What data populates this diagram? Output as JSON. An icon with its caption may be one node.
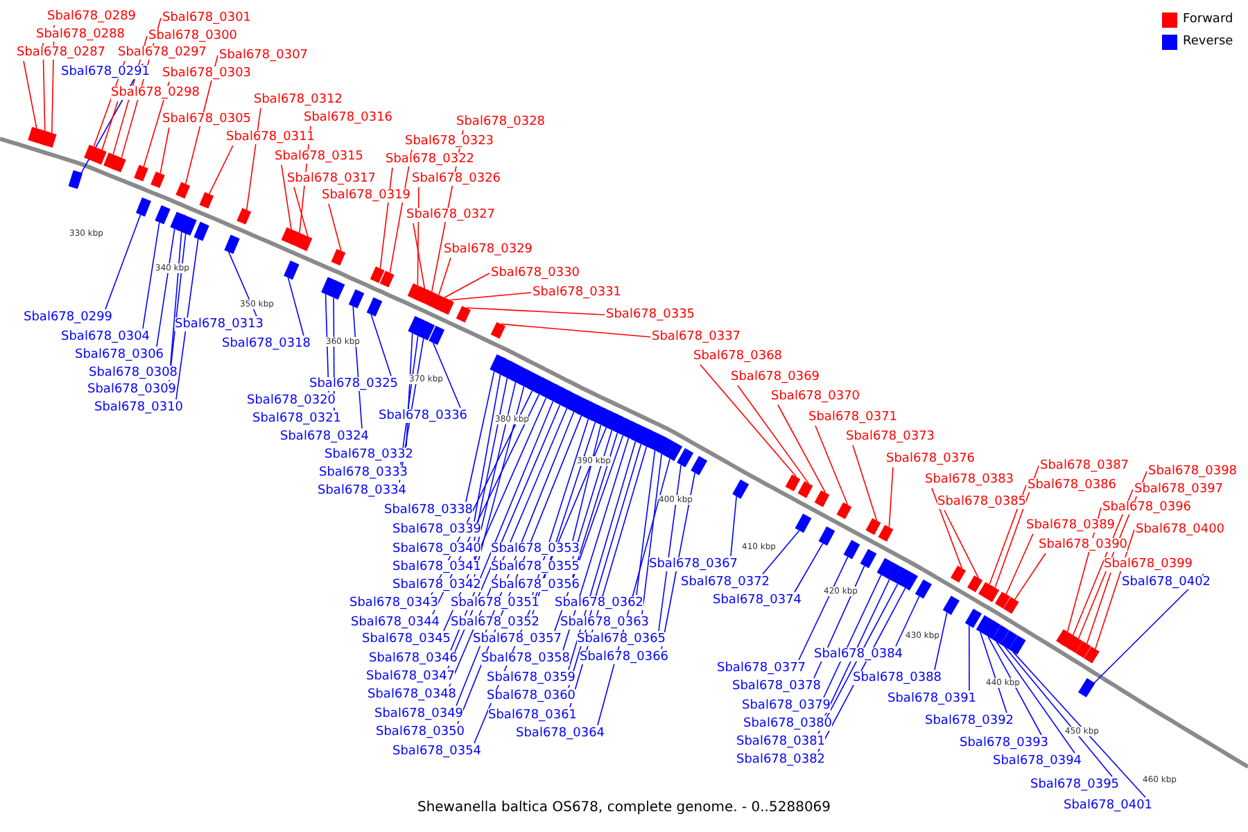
{
  "diagram": {
    "caption": "Shewanella baltica OS678, complete genome. - 0..5288069",
    "nodes": [
      {
        "text": [
          "Sbal678_0287"
        ]
      },
      {
        "text": [
          "Sbal678_0288"
        ]
      },
      {
        "text": [
          "Sbal678_0289"
        ]
      },
      {
        "text": [
          "Sbal678_0291"
        ]
      },
      {
        "text": [
          "Sbal678_0297"
        ]
      },
      {
        "text": [
          "Sbal678_0298"
        ]
      },
      {
        "text": [
          "Sbal678_0299"
        ]
      },
      {
        "text": [
          "Sbal678_0300"
        ]
      },
      {
        "text": [
          "Sbal678_0301"
        ]
      },
      {
        "text": [
          "Sbal678_0303"
        ]
      },
      {
        "text": [
          "Sbal678_0304"
        ]
      },
      {
        "text": [
          "Sbal678_0305"
        ]
      },
      {
        "text": [
          "Sbal678_0306"
        ]
      },
      {
        "text": [
          "Sbal678_0307"
        ]
      },
      {
        "text": [
          "Sbal678_0308"
        ]
      },
      {
        "text": [
          "Sbal678_0309"
        ]
      },
      {
        "text": [
          "Sbal678_0310"
        ]
      },
      {
        "text": [
          "Sbal678_0311"
        ]
      },
      {
        "text": [
          "Sbal678_0312"
        ]
      },
      {
        "text": [
          "Sbal678_0313"
        ]
      },
      {
        "text": [
          "Sbal678_0315"
        ]
      },
      {
        "text": [
          "Sbal678_0316"
        ]
      },
      {
        "text": [
          "Sbal678_0317"
        ]
      },
      {
        "text": [
          "Sbal678_0318"
        ]
      },
      {
        "text": [
          "Sbal678_0319"
        ]
      },
      {
        "text": [
          "Sbal678_0320"
        ]
      },
      {
        "text": [
          "Sbal678_0321"
        ]
      },
      {
        "text": [
          "Sbal678_0322"
        ]
      },
      {
        "text": [
          "Sbal678_0323"
        ]
      },
      {
        "text": [
          "Sbal678_0324"
        ]
      },
      {
        "text": [
          "Sbal678_0325"
        ]
      },
      {
        "text": [
          "Sbal678_0326"
        ]
      },
      {
        "text": [
          "Sbal678_0327"
        ]
      },
      {
        "text": [
          "Sbal678_0328"
        ]
      },
      {
        "text": [
          "Sbal678_0329"
        ]
      },
      {
        "text": [
          "Sbal678_0330"
        ]
      },
      {
        "text": [
          "Sbal678_0331"
        ]
      },
      {
        "text": [
          "Sbal678_0332"
        ]
      },
      {
        "text": [
          "Sbal678_0333"
        ]
      },
      {
        "text": [
          "Sbal678_0334"
        ]
      },
      {
        "text": [
          "Sbal678_0335"
        ]
      },
      {
        "text": [
          "Sbal678_0336"
        ]
      },
      {
        "text": [
          "Sbal678_0337"
        ]
      },
      {
        "text": [
          "Sbal678_0338"
        ]
      },
      {
        "text": [
          "Sbal678_0339"
        ]
      },
      {
        "text": [
          "Sbal678_0340"
        ]
      },
      {
        "text": [
          "Sbal678_0341"
        ]
      },
      {
        "text": [
          "Sbal678_0342"
        ]
      },
      {
        "text": [
          "Sbal678_0343"
        ]
      },
      {
        "text": [
          "Sbal678_0344"
        ]
      },
      {
        "text": [
          "Sbal678_0345"
        ]
      },
      {
        "text": [
          "Sbal678_0346"
        ]
      },
      {
        "text": [
          "Sbal678_0347"
        ]
      },
      {
        "text": [
          "Sbal678_0348"
        ]
      },
      {
        "text": [
          "Sbal678_0349"
        ]
      },
      {
        "text": [
          "Sbal678_0350"
        ]
      },
      {
        "text": [
          "Sbal678_0351"
        ]
      },
      {
        "text": [
          "Sbal678_0352"
        ]
      },
      {
        "text": [
          "Sbal678_0353"
        ]
      },
      {
        "text": [
          "Sbal678_0354"
        ]
      },
      {
        "text": [
          "Sbal678_0355"
        ]
      },
      {
        "text": [
          "Sbal678_0356"
        ]
      },
      {
        "text": [
          "Sbal678_0357"
        ]
      },
      {
        "text": [
          "Sbal678_0358"
        ]
      },
      {
        "text": [
          "Sbal678_0359"
        ]
      },
      {
        "text": [
          "Sbal678_0360"
        ]
      },
      {
        "text": [
          "Sbal678_0361"
        ]
      },
      {
        "text": [
          "Sbal678_0362"
        ]
      },
      {
        "text": [
          "Sbal678_0363"
        ]
      },
      {
        "text": [
          "Sbal678_0364"
        ]
      },
      {
        "text": [
          "Sbal678_0365"
        ]
      },
      {
        "text": [
          "Sbal678_0366"
        ]
      },
      {
        "text": [
          "Sbal678_0367"
        ]
      },
      {
        "text": [
          "Sbal678_0368"
        ]
      },
      {
        "text": [
          "Sbal678_0369"
        ]
      },
      {
        "text": [
          "Sbal678_0370"
        ]
      },
      {
        "text": [
          "Sbal678_0371"
        ]
      },
      {
        "text": [
          "Sbal678_0372"
        ]
      },
      {
        "text": [
          "Sbal678_0373"
        ]
      },
      {
        "text": [
          "Sbal678_0374"
        ]
      },
      {
        "text": [
          "Sbal678_0376"
        ]
      },
      {
        "text": [
          "Sbal678_0377"
        ]
      },
      {
        "text": [
          "Sbal678_0378"
        ]
      },
      {
        "text": [
          "Sbal678_0379"
        ]
      },
      {
        "text": [
          "Sbal678_0380"
        ]
      },
      {
        "text": [
          "Sbal678_0381"
        ]
      },
      {
        "text": [
          "Sbal678_0382"
        ]
      },
      {
        "text": [
          "Sbal678_0383"
        ]
      },
      {
        "text": [
          "Sbal678_0384"
        ]
      },
      {
        "text": [
          "Sbal678_0385"
        ]
      },
      {
        "text": [
          "Sbal678_0386"
        ]
      },
      {
        "text": [
          "Sbal678_0387"
        ]
      },
      {
        "text": [
          "Sbal678_0388"
        ]
      },
      {
        "text": [
          "Sbal678_0389"
        ]
      },
      {
        "text": [
          "Sbal678_0390"
        ]
      },
      {
        "text": [
          "Sbal678_0391"
        ]
      },
      {
        "text": [
          "Sbal678_0392"
        ]
      },
      {
        "text": [
          "Sbal678_0393"
        ]
      },
      {
        "text": [
          "Sbal678_0394"
        ]
      },
      {
        "text": [
          "Sbal678_0395"
        ]
      },
      {
        "text": [
          "Sbal678_0396"
        ]
      },
      {
        "text": [
          "Sbal678_0397"
        ]
      },
      {
        "text": [
          "Sbal678_0398"
        ]
      },
      {
        "text": [
          "Sbal678_0399"
        ]
      },
      {
        "text": [
          "Sbal678_0400"
        ]
      },
      {
        "text": [
          "Sbal678_0401"
        ]
      },
      {
        "text": [
          "Sbal678_0402"
        ]
      },
      {
        "text": [],
        "shape": "box"
      },
      {
        "text": [],
        "shape": "box"
      },
      {
        "text": [],
        "shape": "box"
      },
      {
        "text": [],
        "shape": "box"
      },
      {
        "text": [],
        "shape": "box"
      },
      {
        "text": [],
        "shape": "box"
      },
      {
        "text": [],
        "shape": "box"
      },
      {
        "text": [],
        "shape": "box"
      },
      {
        "text": [],
        "shape": "box"
      },
      {
        "text": [],
        "shape": "box"
      },
      {
        "text": [],
        "shape": "box"
      },
      {
        "text": [],
        "shape": "box"
      },
      {
        "text": [],
        "shape": "box"
      },
      {
        "text": [],
        "shape": "box"
      },
      {
        "text": [],
        "shape": "box"
      },
      {
        "text": [],
        "shape": "box"
      },
      {
        "text": [],
        "shape": "box"
      },
      {
        "text": [],
        "shape": "box"
      },
      {
        "text": [],
        "shape": "box"
      },
      {
        "text": [],
        "shape": "box"
      },
      {
        "text": [],
        "shape": "box"
      },
      {
        "text": [],
        "shape": "box"
      },
      {
        "text": [],
        "shape": "box"
      },
      {
        "text": [],
        "shape": "box"
      },
      {
        "text": [],
        "shape": "box"
      },
      {
        "text": [],
        "shape": "box"
      },
      {
        "text": [],
        "shape": "box"
      },
      {
        "text": [],
        "shape": "box"
      },
      {
        "text": [],
        "shape": "box"
      },
      {
        "text": [],
        "shape": "box"
      },
      {
        "text": [],
        "shape": "box"
      },
      {
        "text": [],
        "shape": "box"
      },
      {
        "text": [],
        "shape": "box"
      },
      {
        "text": [],
        "shape": "box"
      },
      {
        "text": [],
        "shape": "box"
      },
      {
        "text": [],
        "shape": "box"
      },
      {
        "text": [],
        "shape": "box"
      },
      {
        "text": [],
        "shape": "box"
      },
      {
        "text": [],
        "shape": "box"
      },
      {
        "text": [],
        "shape": "box"
      },
      {
        "text": [],
        "shape": "box"
      },
      {
        "text": [],
        "shape": "box"
      },
      {
        "text": [],
        "shape": "box"
      },
      {
        "text": [],
        "shape": "box"
      },
      {
        "text": [],
        "shape": "box"
      },
      {
        "text": [],
        "shape": "box"
      },
      {
        "text": [],
        "shape": "box"
      },
      {
        "text": [],
        "shape": "box"
      },
      {
        "text": [],
        "shape": "box"
      },
      {
        "text": [],
        "shape": "box"
      },
      {
        "text": [],
        "shape": "box"
      },
      {
        "text": [],
        "shape": "box"
      },
      {
        "text": [],
        "shape": "box"
      },
      {
        "text": [],
        "shape": "box"
      },
      {
        "text": [],
        "shape": "box"
      },
      {
        "text": [],
        "shape": "box"
      },
      {
        "text": [],
        "shape": "box"
      },
      {
        "text": [],
        "shape": "box"
      },
      {
        "text": [],
        "shape": "box"
      },
      {
        "text": [],
        "shape": "box"
      },
      {
        "text": [],
        "shape": "box"
      },
      {
        "text": [],
        "shape": "box"
      },
      {
        "text": [],
        "shape": "box"
      },
      {
        "text": [],
        "shape": "box"
      },
      {
        "text": [],
        "shape": "box"
      },
      {
        "text": [],
        "shape": "box"
      },
      {
        "text": [],
        "shape": "box"
      },
      {
        "text": [],
        "shape": "box"
      },
      {
        "text": [],
        "shape": "box"
      },
      {
        "text": [],
        "shape": "box"
      },
      {
        "text": [],
        "shape": "box"
      },
      {
        "text": [],
        "shape": "box"
      },
      {
        "text": [],
        "shape": "box"
      },
      {
        "text": [],
        "shape": "box"
      },
      {
        "text": [],
        "shape": "box"
      },
      {
        "text": [],
        "shape": "box"
      },
      {
        "text": [],
        "shape": "box"
      },
      {
        "text": [],
        "shape": "box"
      },
      {
        "text": [],
        "shape": "box"
      },
      {
        "text": [],
        "shape": "box"
      },
      {
        "text": [],
        "shape": "box"
      },
      {
        "text": [],
        "shape": "box"
      },
      {
        "text": [],
        "shape": "box"
      },
      {
        "text": [],
        "shape": "box"
      },
      {
        "text": [],
        "shape": "box"
      },
      {
        "text": [],
        "shape": "box"
      },
      {
        "text": [],
        "shape": "box"
      },
      {
        "text": [],
        "shape": "box"
      },
      {
        "text": [],
        "shape": "box"
      },
      {
        "text": [],
        "shape": "box"
      },
      {
        "text": [],
        "shape": "box"
      },
      {
        "text": [],
        "shape": "box"
      },
      {
        "text": [],
        "shape": "box"
      },
      {
        "text": [],
        "shape": "box"
      },
      {
        "text": [],
        "shape": "box"
      },
      {
        "text": [],
        "shape": "box"
      },
      {
        "text": [],
        "shape": "box"
      },
      {
        "text": [],
        "shape": "box"
      },
      {
        "text": [],
        "shape": "box"
      },
      {
        "text": [],
        "shape": "box"
      },
      {
        "text": [],
        "shape": "box"
      },
      {
        "text": [],
        "shape": "box"
      },
      {
        "text": [],
        "shape": "box"
      },
      {
        "text": [],
        "shape": "box"
      },
      {
        "text": [],
        "shape": "box"
      },
      {
        "text": [],
        "shape": "box"
      },
      {
        "text": [],
        "shape": "box"
      }
    ],
    "edges": [
      {
        "from": 0,
        "to": 107,
        "arrow": "none",
        "color": "#ff0000"
      },
      {
        "from": 1,
        "to": 108,
        "arrow": "none",
        "color": "#ff0000"
      },
      {
        "from": 2,
        "to": 109,
        "arrow": "none",
        "color": "#ff0000"
      },
      {
        "from": 3,
        "to": 110,
        "arrow": "none"
      },
      {
        "from": 4,
        "to": 111,
        "arrow": "none",
        "color": "#ff0000"
      },
      {
        "from": 5,
        "to": 112,
        "arrow": "none",
        "color": "#ff0000"
      },
      {
        "from": 6,
        "to": 113,
        "arrow": "none"
      },
      {
        "from": 7,
        "to": 114,
        "arrow": "none",
        "color": "#ff0000"
      },
      {
        "from": 8,
        "to": 115,
        "arrow": "none",
        "color": "#ff0000"
      },
      {
        "from": 9,
        "to": 116,
        "arrow": "none",
        "color": "#ff0000"
      },
      {
        "from": 10,
        "to": 117,
        "arrow": "none"
      },
      {
        "from": 11,
        "to": 118,
        "arrow": "none",
        "color": "#ff0000"
      },
      {
        "from": 12,
        "to": 119,
        "arrow": "none"
      },
      {
        "from": 13,
        "to": 120,
        "arrow": "none",
        "color": "#ff0000"
      },
      {
        "from": 14,
        "to": 121,
        "arrow": "none"
      },
      {
        "from": 15,
        "to": 122,
        "arrow": "none"
      },
      {
        "from": 16,
        "to": 123,
        "arrow": "none"
      },
      {
        "from": 17,
        "to": 124,
        "arrow": "none",
        "color": "#ff0000"
      },
      {
        "from": 18,
        "to": 125,
        "arrow": "none",
        "color": "#ff0000"
      },
      {
        "from": 19,
        "to": 126,
        "arrow": "none"
      },
      {
        "from": 20,
        "to": 127,
        "arrow": "none",
        "color": "#ff0000"
      },
      {
        "from": 21,
        "to": 128,
        "arrow": "none",
        "color": "#ff0000"
      },
      {
        "from": 22,
        "to": 129,
        "arrow": "none",
        "color": "#ff0000"
      },
      {
        "from": 23,
        "to": 130,
        "arrow": "none"
      },
      {
        "from": 24,
        "to": 131,
        "arrow": "none",
        "color": "#ff0000"
      },
      {
        "from": 25,
        "to": 132,
        "arrow": "none"
      },
      {
        "from": 26,
        "to": 133,
        "arrow": "none"
      },
      {
        "from": 27,
        "to": 134,
        "arrow": "none",
        "color": "#ff0000"
      },
      {
        "from": 28,
        "to": 135,
        "arrow": "none",
        "color": "#ff0000"
      },
      {
        "from": 29,
        "to": 136,
        "arrow": "none"
      },
      {
        "from": 30,
        "to": 137,
        "arrow": "none"
      },
      {
        "from": 31,
        "to": 138,
        "arrow": "none",
        "color": "#ff0000"
      },
      {
        "from": 32,
        "to": 139,
        "arrow": "none",
        "color": "#ff0000"
      },
      {
        "from": 33,
        "to": 140,
        "arrow": "none",
        "color": "#ff0000"
      },
      {
        "from": 34,
        "to": 141,
        "arrow": "none",
        "color": "#ff0000"
      },
      {
        "from": 35,
        "to": 142,
        "arrow": "none",
        "color": "#ff0000"
      },
      {
        "from": 36,
        "to": 143,
        "arrow": "none",
        "color": "#ff0000"
      },
      {
        "from": 37,
        "to": 144,
        "arrow": "none"
      },
      {
        "from": 38,
        "to": 145,
        "arrow": "none"
      },
      {
        "from": 39,
        "to": 146,
        "arrow": "none"
      },
      {
        "from": 40,
        "to": 147,
        "arrow": "none",
        "color": "#ff0000"
      },
      {
        "from": 41,
        "to": 148,
        "arrow": "none"
      },
      {
        "from": 42,
        "to": 149,
        "arrow": "none",
        "color": "#ff0000"
      },
      {
        "from": 43,
        "to": 150,
        "arrow": "none"
      },
      {
        "from": 44,
        "to": 151,
        "arrow": "none"
      },
      {
        "from": 45,
        "to": 152,
        "arrow": "none"
      },
      {
        "from": 46,
        "to": 153,
        "arrow": "none"
      },
      {
        "from": 47,
        "to": 154,
        "arrow": "none"
      },
      {
        "from": 48,
        "to": 155,
        "arrow": "none"
      },
      {
        "from": 49,
        "to": 156,
        "arrow": "none"
      },
      {
        "from": 50,
        "to": 157,
        "arrow": "none"
      },
      {
        "from": 51,
        "to": 158,
        "arrow": "none"
      },
      {
        "from": 52,
        "to": 159,
        "arrow": "none"
      },
      {
        "from": 53,
        "to": 160,
        "arrow": "none"
      },
      {
        "from": 54,
        "to": 161,
        "arrow": "none"
      },
      {
        "from": 55,
        "to": 162,
        "arrow": "none"
      },
      {
        "from": 56,
        "to": 163,
        "arrow": "none"
      },
      {
        "from": 57,
        "to": 164,
        "arrow": "none"
      },
      {
        "from": 58,
        "to": 165,
        "arrow": "none"
      },
      {
        "from": 59,
        "to": 166,
        "arrow": "none"
      },
      {
        "from": 60,
        "to": 167,
        "arrow": "none"
      },
      {
        "from": 61,
        "to": 168,
        "arrow": "none"
      },
      {
        "from": 62,
        "to": 169,
        "arrow": "none"
      },
      {
        "from": 63,
        "to": 170,
        "arrow": "none"
      },
      {
        "from": 64,
        "to": 171,
        "arrow": "none"
      },
      {
        "from": 65,
        "to": 172,
        "arrow": "none"
      },
      {
        "from": 66,
        "to": 173,
        "arrow": "none"
      },
      {
        "from": 67,
        "to": 174,
        "arrow": "none"
      },
      {
        "from": 68,
        "to": 175,
        "arrow": "none"
      },
      {
        "from": 69,
        "to": 176,
        "arrow": "none"
      },
      {
        "from": 70,
        "to": 177,
        "arrow": "none"
      },
      {
        "from": 71,
        "to": 178,
        "arrow": "none"
      },
      {
        "from": 72,
        "to": 179,
        "arrow": "none"
      },
      {
        "from": 73,
        "to": 180,
        "arrow": "none",
        "color": "#ff0000"
      },
      {
        "from": 74,
        "to": 181,
        "arrow": "none",
        "color": "#ff0000"
      },
      {
        "from": 75,
        "to": 182,
        "arrow": "none",
        "color": "#ff0000"
      },
      {
        "from": 76,
        "to": 183,
        "arrow": "none",
        "color": "#ff0000"
      },
      {
        "from": 77,
        "to": 184,
        "arrow": "none"
      },
      {
        "from": 78,
        "to": 185,
        "arrow": "none",
        "color": "#ff0000"
      },
      {
        "from": 79,
        "to": 186,
        "arrow": "none"
      },
      {
        "from": 80,
        "to": 187,
        "arrow": "none",
        "color": "#ff0000"
      },
      {
        "from": 81,
        "to": 188,
        "arrow": "none"
      },
      {
        "from": 82,
        "to": 189,
        "arrow": "none"
      },
      {
        "from": 83,
        "to": 190,
        "arrow": "none"
      },
      {
        "from": 84,
        "to": 191,
        "arrow": "none"
      },
      {
        "from": 85,
        "to": 192,
        "arrow": "none"
      },
      {
        "from": 86,
        "to": 193,
        "arrow": "none"
      },
      {
        "from": 87,
        "to": 194,
        "arrow": "none",
        "color": "#ff0000"
      },
      {
        "from": 88,
        "to": 195,
        "arrow": "none"
      },
      {
        "from": 89,
        "to": 196,
        "arrow": "none",
        "color": "#ff0000"
      },
      {
        "from": 90,
        "to": 197,
        "arrow": "none",
        "color": "#ff0000"
      },
      {
        "from": 91,
        "to": 198,
        "arrow": "none",
        "color": "#ff0000"
      },
      {
        "from": 92,
        "to": 199,
        "arrow": "none"
      },
      {
        "from": 93,
        "to": 200,
        "arrow": "none",
        "color": "#ff0000"
      },
      {
        "from": 94,
        "to": 201,
        "arrow": "none",
        "color": "#ff0000"
      },
      {
        "from": 95,
        "to": 202,
        "arrow": "none"
      },
      {
        "from": 96,
        "to": 203,
        "arrow": "none"
      },
      {
        "from": 97,
        "to": 204,
        "arrow": "none"
      },
      {
        "from": 98,
        "to": 205,
        "arrow": "none"
      },
      {
        "from": 99,
        "to": 206,
        "arrow": "none"
      },
      {
        "from": 100,
        "to": 207,
        "arrow": "none",
        "color": "#ff0000"
      },
      {
        "from": 101,
        "to": 208,
        "arrow": "none",
        "color": "#ff0000"
      },
      {
        "from": 102,
        "to": 209,
        "arrow": "none",
        "color": "#ff0000"
      },
      {
        "from": 103,
        "to": 210,
        "arrow": "none",
        "color": "#ff0000"
      },
      {
        "from": 104,
        "to": 211,
        "arrow": "none",
        "color": "#ff0000"
      },
      {
        "from": 105,
        "to": 212,
        "arrow": "none"
      },
      {
        "from": 106,
        "to": 213,
        "arrow": "none"
      }
    ],
    "labels": [
      "330 kbp",
      "340 kbp",
      "350 kbp",
      "360 kbp",
      "370 kbp",
      "380 kbp",
      "390 kbp",
      "400 kbp",
      "410 kbp",
      "420 kbp",
      "430 kbp",
      "440 kbp",
      "450 kbp",
      "460 kbp"
    ],
    "legend": [
      {
        "text": "Forward",
        "color": "#ff0000"
      },
      {
        "text": "Reverse",
        "color": "#0000ff"
      }
    ]
  }
}
